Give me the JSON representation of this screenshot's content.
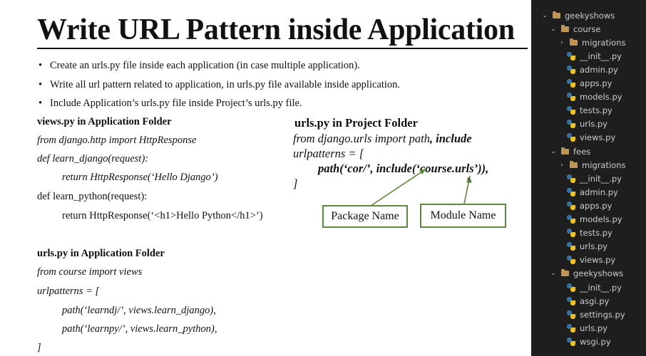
{
  "slide": {
    "title": "Write URL Pattern inside Application",
    "bullets": [
      "Create an urls.py file inside each application (in case multiple application).",
      "Write all url pattern related to application, in urls.py file available inside application.",
      "Include Application’s urls.py file inside Project’s urls.py file."
    ],
    "views_section": {
      "heading": "views.py in Application Folder",
      "lines": [
        "from django.http import HttpResponse",
        "def learn_django(request):",
        "return HttpResponse(‘Hello Django’)",
        "def learn_python(request):",
        "return HttpResponse(‘<h1>Hello Python</h1>’)"
      ]
    },
    "app_urls_section": {
      "heading": "urls.py in Application Folder",
      "lines": [
        "from course import views",
        "urlpatterns = [",
        "path(‘learndj/’, views.learn_django),",
        "path(‘learnpy/’, views.learn_python),",
        "]"
      ]
    },
    "project_urls_section": {
      "heading": "urls.py in Project Folder",
      "import_prefix": "from django.urls import path",
      "import_bold": ", include",
      "line2": "urlpatterns = [",
      "line3": "path(‘cor/’, include(‘course.urls’)),",
      "line4": "]"
    },
    "callouts": {
      "package": "Package Name",
      "module": "Module Name"
    },
    "colors": {
      "callout_border": "#5a8a3a"
    }
  },
  "explorer": {
    "items": [
      {
        "name": "geekyshows",
        "type": "folder",
        "open": true
      },
      {
        "name": "course",
        "type": "folder",
        "open": true
      },
      {
        "name": "migrations",
        "type": "folder",
        "open": false
      },
      {
        "name": "__init__.py",
        "type": "file"
      },
      {
        "name": "admin.py",
        "type": "file"
      },
      {
        "name": "apps.py",
        "type": "file"
      },
      {
        "name": "models.py",
        "type": "file"
      },
      {
        "name": "tests.py",
        "type": "file"
      },
      {
        "name": "urls.py",
        "type": "file"
      },
      {
        "name": "views.py",
        "type": "file"
      },
      {
        "name": "fees",
        "type": "folder",
        "open": true
      },
      {
        "name": "migrations",
        "type": "folder",
        "open": false
      },
      {
        "name": "__init__.py",
        "type": "file"
      },
      {
        "name": "admin.py",
        "type": "file"
      },
      {
        "name": "apps.py",
        "type": "file"
      },
      {
        "name": "models.py",
        "type": "file"
      },
      {
        "name": "tests.py",
        "type": "file"
      },
      {
        "name": "urls.py",
        "type": "file"
      },
      {
        "name": "views.py",
        "type": "file"
      },
      {
        "name": "geekyshows",
        "type": "folder",
        "open": true
      },
      {
        "name": "__init__.py",
        "type": "file"
      },
      {
        "name": "asgi.py",
        "type": "file"
      },
      {
        "name": "settings.py",
        "type": "file"
      },
      {
        "name": "urls.py",
        "type": "file"
      },
      {
        "name": "wsgi.py",
        "type": "file"
      }
    ]
  }
}
